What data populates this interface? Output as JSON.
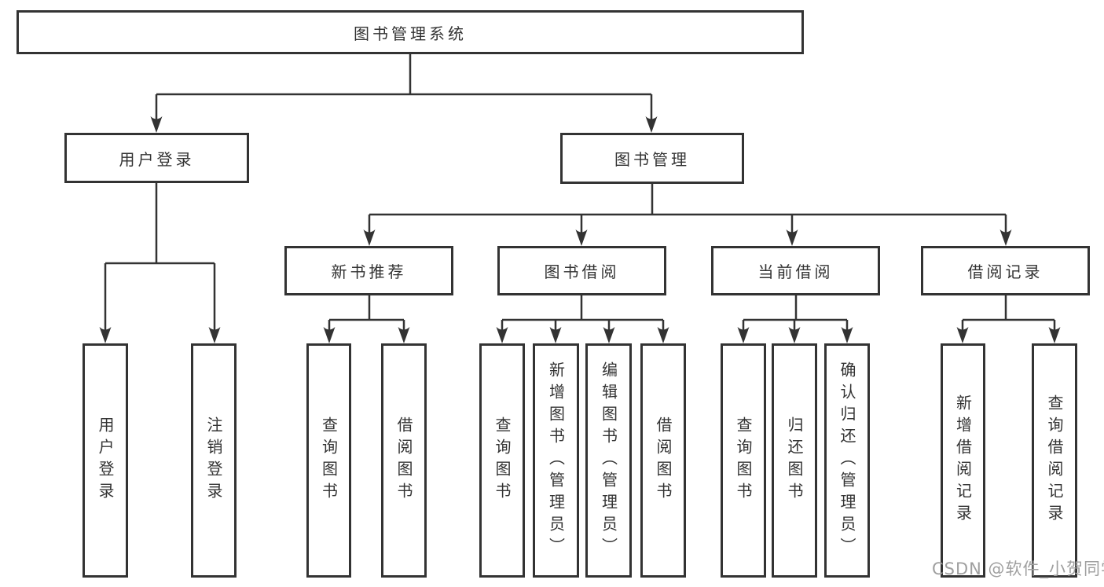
{
  "diagram": {
    "root": "图书管理系统",
    "branches": [
      {
        "label": "用户登录",
        "children": [
          "用户登录",
          "注销登录"
        ]
      },
      {
        "label": "图书管理",
        "sections": [
          {
            "label": "新书推荐",
            "children": [
              "查询图书",
              "借阅图书"
            ]
          },
          {
            "label": "图书借阅",
            "children": [
              "查询图书",
              "新增图书（管理员）",
              "编辑图书（管理员）",
              "借阅图书"
            ]
          },
          {
            "label": "当前借阅",
            "children": [
              "查询图书",
              "归还图书",
              "确认归还（管理员）"
            ]
          },
          {
            "label": "借阅记录",
            "children": [
              "新增借阅记录",
              "查询借阅记录"
            ]
          }
        ]
      }
    ]
  },
  "watermark": {
    "text": "CSDN @软件_小贺同学",
    "color": "#9f9f9f"
  },
  "colors": {
    "line": "#333333",
    "text": "#333333",
    "background": "#ffffff"
  }
}
